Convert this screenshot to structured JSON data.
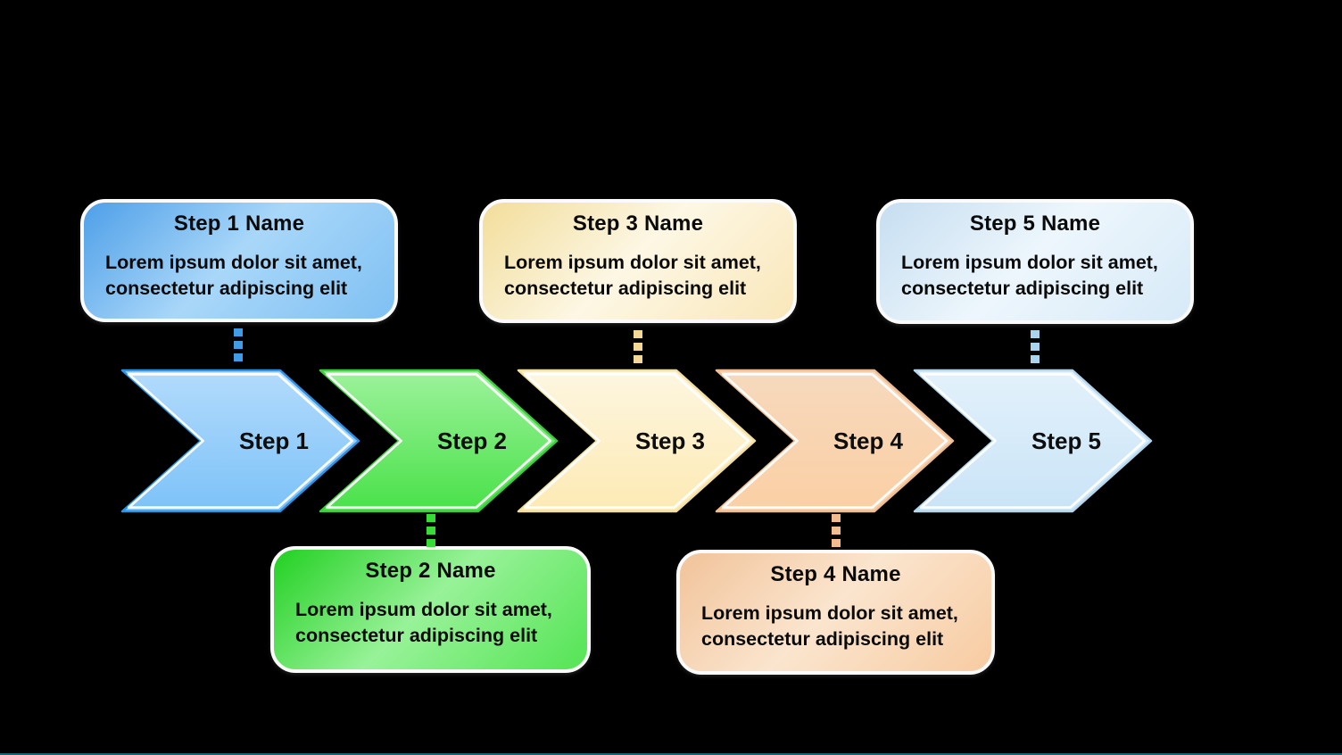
{
  "diagram": {
    "type": "horizontal-chevron-process",
    "background": "#000000",
    "bottom_edge_line_color": "#15666e",
    "step_count": 5
  },
  "steps": [
    {
      "id": 1,
      "arrow_label": "Step 1",
      "callout": {
        "title": "Step 1 Name",
        "body_line1": "Lorem ipsum dolor sit amet,",
        "body_line2": "consectetur adipiscing elit",
        "position": "above"
      },
      "colors": {
        "arrow_top": "#b3dbfc",
        "arrow_bottom": "#7cc2f8",
        "arrow_border": "#2e93e4",
        "box_dark": "#4e9fe8",
        "box_light": "#a9d7f9",
        "box_mid": "#7fc0f3",
        "connector": "#3e9ce8"
      }
    },
    {
      "id": 2,
      "arrow_label": "Step 2",
      "callout": {
        "title": "Step 2 Name",
        "body_line1": "Lorem ipsum dolor sit amet,",
        "body_line2": "consectetur adipiscing elit",
        "position": "below"
      },
      "colors": {
        "arrow_top": "#9df29b",
        "arrow_bottom": "#49e149",
        "arrow_border": "#3ecb3e",
        "box_dark": "#22d022",
        "box_light": "#98f298",
        "box_mid": "#55e455",
        "connector": "#35dd35"
      }
    },
    {
      "id": 3,
      "arrow_label": "Step 3",
      "callout": {
        "title": "Step 3 Name",
        "body_line1": "Lorem ipsum dolor sit amet,",
        "body_line2": "consectetur adipiscing elit",
        "position": "above"
      },
      "colors": {
        "arrow_top": "#fdf6e0",
        "arrow_bottom": "#fdeab4",
        "arrow_border": "#f3e0a0",
        "box_dark": "#f2dd9a",
        "box_light": "#fdf7e4",
        "box_mid": "#fae7ba",
        "connector": "#f4d896"
      }
    },
    {
      "id": 4,
      "arrow_label": "Step 4",
      "callout": {
        "title": "Step 4 Name",
        "body_line1": "Lorem ipsum dolor sit amet,",
        "body_line2": "consectetur adipiscing elit",
        "position": "below"
      },
      "colors": {
        "arrow_top": "#f6d9bd",
        "arrow_bottom": "#fbcfa4",
        "arrow_border": "#eebd92",
        "box_dark": "#f1c39a",
        "box_light": "#fbe5ce",
        "box_mid": "#f7cba2",
        "connector": "#f3bc8e"
      }
    },
    {
      "id": 5,
      "arrow_label": "Step 5",
      "callout": {
        "title": "Step 5 Name",
        "body_line1": "Lorem ipsum dolor sit amet,",
        "body_line2": "consectetur adipiscing elit",
        "position": "above"
      },
      "colors": {
        "arrow_top": "#e3f1fb",
        "arrow_bottom": "#c9e4f7",
        "arrow_border": "#b5d7ee",
        "box_dark": "#c6def1",
        "box_light": "#edf6fc",
        "box_mid": "#d7eaf8",
        "connector": "#a8d4ee"
      }
    }
  ]
}
